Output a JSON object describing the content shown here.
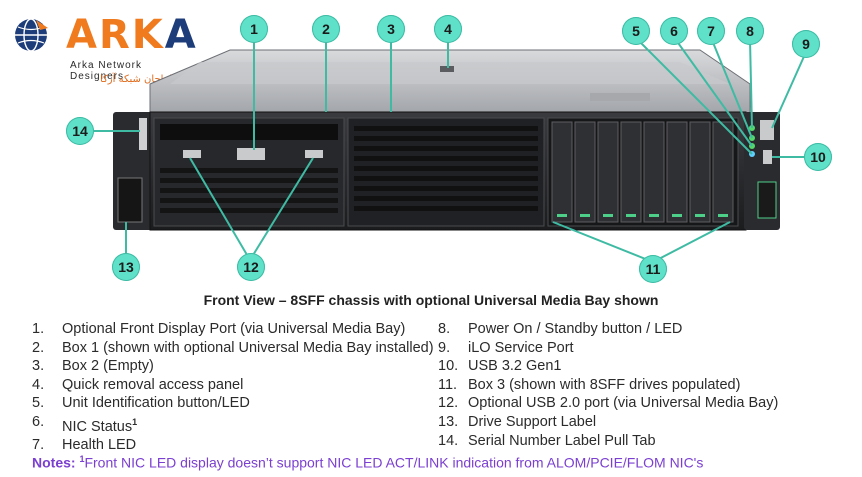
{
  "logo": {
    "wordmark_a": "ARK",
    "wordmark_b": "A",
    "tagline": "Arka Network Designers",
    "tagline_fa": "طراحان شبکه آرکا",
    "colors": {
      "orange": "#f07a1e",
      "navy": "#1d3c7a"
    }
  },
  "callouts": [
    "1",
    "2",
    "3",
    "4",
    "5",
    "6",
    "7",
    "8",
    "9",
    "10",
    "11",
    "12",
    "13",
    "14"
  ],
  "caption": "Front View – 8SFF chassis with optional Universal Media Bay shown",
  "legend_left": [
    {
      "num": "1.",
      "text": "Optional Front Display Port (via Universal Media Bay)"
    },
    {
      "num": "2.",
      "text": "Box 1 (shown with optional Universal Media Bay installed)"
    },
    {
      "num": "3.",
      "text": "Box 2 (Empty)"
    },
    {
      "num": "4.",
      "text": "Quick removal access panel"
    },
    {
      "num": "5.",
      "text": "Unit Identification button/LED"
    },
    {
      "num": "6.",
      "text": "NIC Status",
      "sup": "1"
    },
    {
      "num": "7.",
      "text": "Health LED"
    }
  ],
  "legend_right": [
    {
      "num": "8.",
      "text": "Power On / Standby button / LED"
    },
    {
      "num": "9.",
      "text": "iLO Service Port"
    },
    {
      "num": "10.",
      "text": "USB 3.2 Gen1"
    },
    {
      "num": "11.",
      "text": "Box 3 (shown with 8SFF drives populated)"
    },
    {
      "num": "12.",
      "text": "Optional USB 2.0 port (via Universal Media Bay)"
    },
    {
      "num": "13.",
      "text": "Drive Support Label"
    },
    {
      "num": "14.",
      "text": "Serial Number Label Pull Tab"
    }
  ],
  "notes": {
    "label": "Notes:",
    "sup": "1",
    "text": "Front NIC LED display doesn’t support NIC LED ACT/LINK indication from ALOM/PCIE/FLOM NIC's"
  },
  "colors": {
    "callout": "#5fe0c8",
    "notes": "#7b3fd1"
  }
}
